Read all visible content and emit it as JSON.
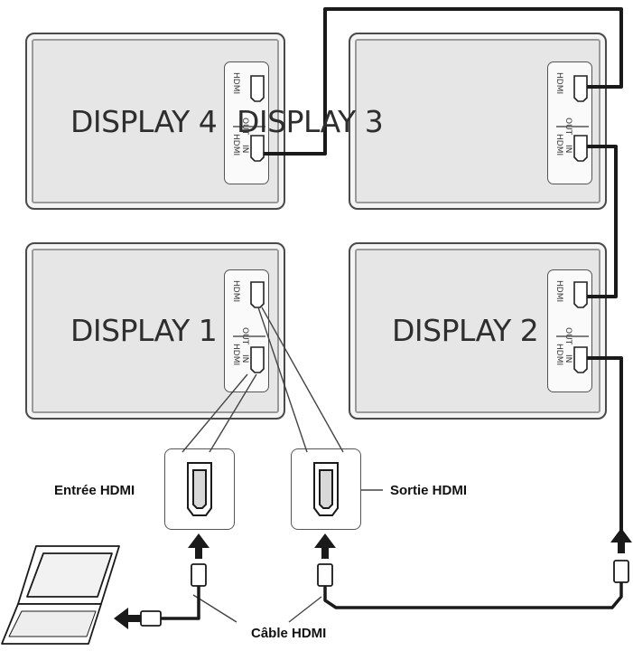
{
  "displays": {
    "d4": "DISPLAY 4",
    "d3": "DISPLAY 3",
    "d1": "DISPLAY 1",
    "d2": "DISPLAY 2"
  },
  "ports": {
    "hdmi": "HDMI",
    "in": "IN",
    "out": "OUT"
  },
  "captions": {
    "input": "Entrée HDMI",
    "output": "Sortie HDMI",
    "cable": "Câble HDMI"
  },
  "colors": {
    "cable": "#1a1a1a",
    "thin_line": "#555555",
    "frame": "#4a4a4a",
    "panel": "#e6e6e6"
  }
}
